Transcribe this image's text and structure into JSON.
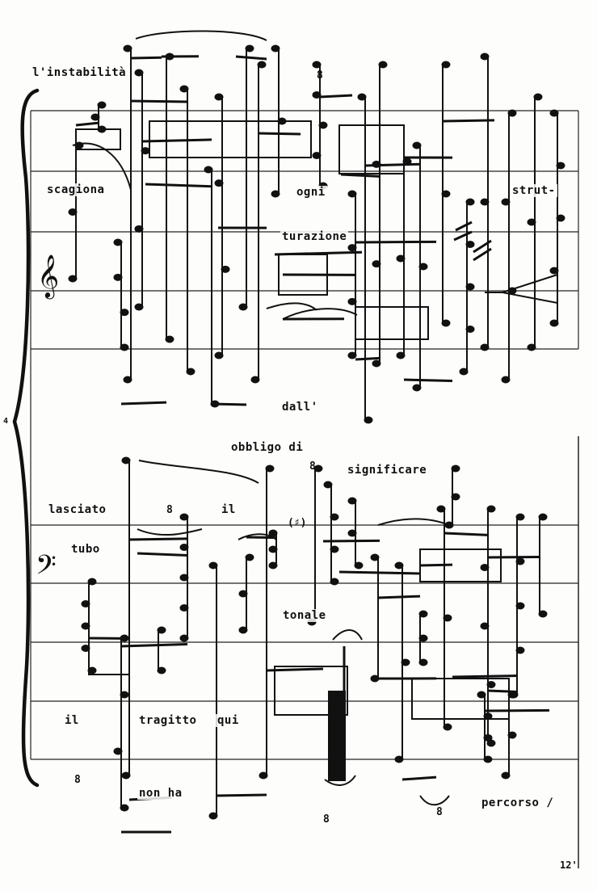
{
  "score": {
    "page_number": "12'",
    "system_number": "4",
    "clef_upper": "𝄞",
    "clef_lower": "𝄢",
    "ottava_marks": [
      "8",
      "8",
      "8",
      "8",
      "8",
      "8"
    ],
    "accidental_marks": [
      "(♯)"
    ]
  },
  "lyrics": {
    "l1": "l'instabilità",
    "l2": "scagiona",
    "l3": "ogni",
    "l4": "strut-",
    "l5": "turazione",
    "l6": "dall'",
    "l7": "obbligo di",
    "l8": "significare",
    "l9": "lasciato",
    "l10": "il",
    "l11": "tubo",
    "l12": "tonale",
    "l13": "il",
    "l14": "tragitto",
    "l15": "qui",
    "l16": "non ha",
    "l17": "percorso /"
  }
}
